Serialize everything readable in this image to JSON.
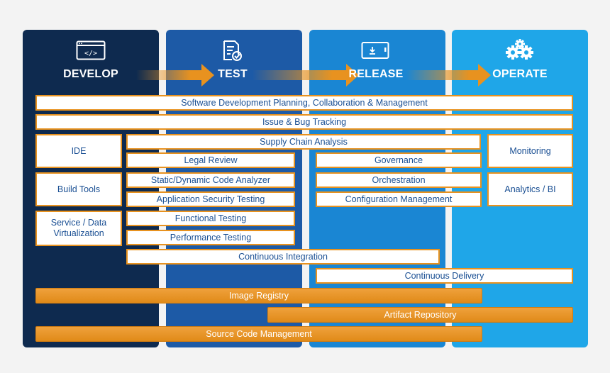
{
  "phases": {
    "develop": "DEVELOP",
    "test": "TEST",
    "release": "RELEASE",
    "operate": "OPERATE"
  },
  "icons": {
    "develop": "code-window-icon",
    "test": "checklist-icon",
    "release": "download-window-icon",
    "operate": "gears-icon"
  },
  "colors": {
    "develop": "#0e2a4f",
    "test": "#1d5aa6",
    "release": "#1a86d3",
    "operate": "#1fa6e8",
    "accent": "#e8921f"
  },
  "bars": {
    "planning": "Software Development Planning, Collaboration & Management",
    "issue": "Issue & Bug Tracking",
    "supply_chain": "Supply Chain Analysis",
    "ci": "Continuous Integration",
    "cd": "Continuous Delivery"
  },
  "develop_items": {
    "ide": "IDE",
    "build": "Build Tools",
    "service": "Service / Data Virtualization"
  },
  "test_items": {
    "legal": "Legal Review",
    "analyzer": "Static/Dynamic Code Analyzer",
    "security": "Application Security Testing",
    "functional": "Functional Testing",
    "performance": "Performance Testing"
  },
  "release_items": {
    "governance": "Governance",
    "orchestration": "Orchestration",
    "config": "Configuration Management"
  },
  "operate_items": {
    "monitoring": "Monitoring",
    "analytics": "Analytics / BI"
  },
  "orange_bars": {
    "image": "Image Registry",
    "artifact": "Artifact Repository",
    "source": "Source Code Management"
  }
}
